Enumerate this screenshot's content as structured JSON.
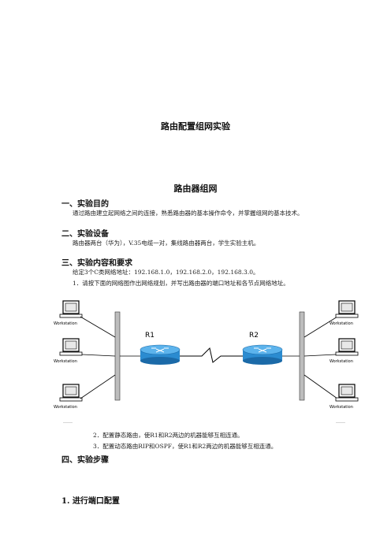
{
  "doc": {
    "main_title": "路由配置组网实验",
    "subtitle": "路由器组网",
    "sections": [
      {
        "heading": "一、实验目的",
        "lines": [
          "通过路由建立起网络之间的连接，熟悉路由器的基本操作命令，并掌握组网的基本技术。"
        ]
      },
      {
        "heading": "二、实验设备",
        "lines": [
          "路由器两台（华为），V.35电缆一对，集线路由器两台，学生实验主机。"
        ]
      },
      {
        "heading": "三、实验内容和要求",
        "lines": [
          "给定3个C类网络地址：192.168.1.0，192.168.2.0，192.168.3.0。",
          "1．请按下面的网络图作出网络规划，并写出路由器的端口地址和各节点网络地址。"
        ]
      },
      {
        "heading": "四、实验步骤",
        "lines": []
      }
    ],
    "after_diagram": [
      "2．配置静态路由，使R1和R2两边的机器能够互相连通。",
      "3．配置动态路由RIP和OSPF，使R1和R2两边的机器能够互相连通。"
    ],
    "step1": "1.   进行端口配置"
  },
  "diagram": {
    "router_left": "R1",
    "router_right": "R2",
    "workstation_label": "Workstation",
    "ellipsis": "……"
  }
}
